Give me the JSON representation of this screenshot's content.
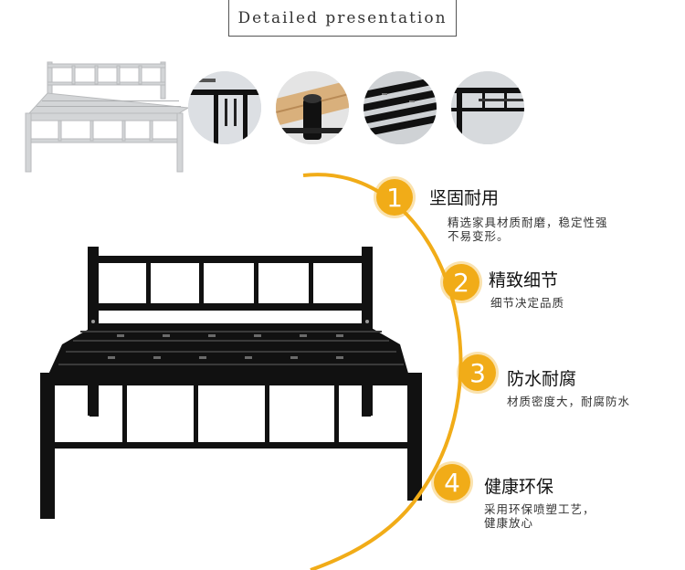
{
  "header": {
    "title": "Detailed presentation"
  },
  "features": [
    {
      "number": "1",
      "title": "坚固耐用",
      "desc_lines": [
        "精选家具材质耐磨，稳定性强",
        "不易变形。"
      ]
    },
    {
      "number": "2",
      "title": "精致细节",
      "desc_lines": [
        "细节决定品质"
      ]
    },
    {
      "number": "3",
      "title": "防水耐腐",
      "desc_lines": [
        "材质密度大，耐腐防水"
      ]
    },
    {
      "number": "4",
      "title": "健康环保",
      "desc_lines": [
        "采用环保喷塑工艺，",
        "健康放心"
      ]
    }
  ],
  "colors": {
    "accent": "#f1ac18",
    "bed": "#111111",
    "thumb_bed": "#cfd1d3"
  }
}
